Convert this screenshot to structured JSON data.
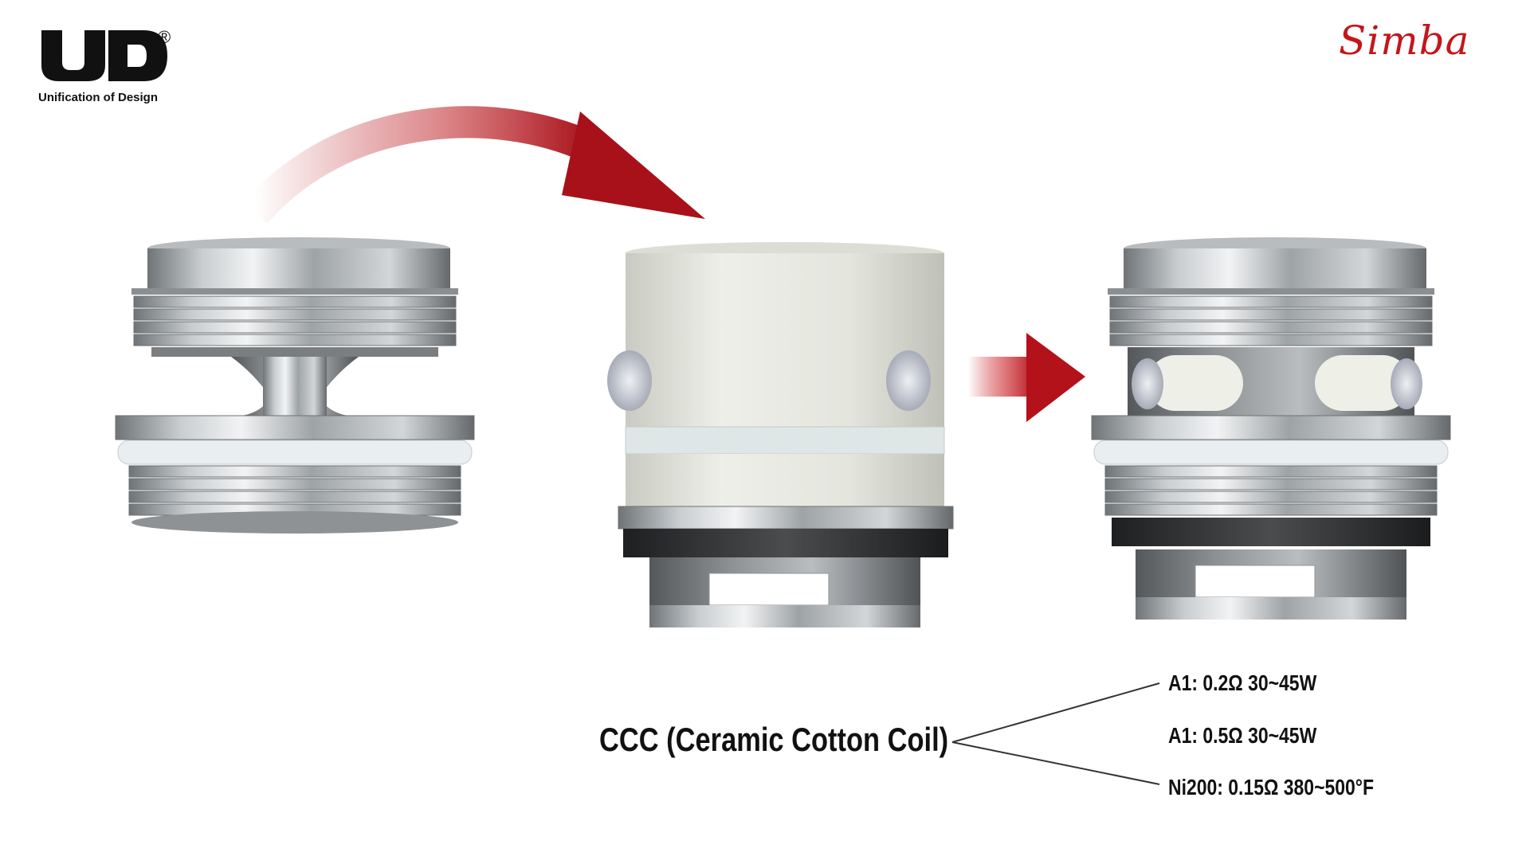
{
  "logo": {
    "mark_text": "UD",
    "registered_symbol": "®",
    "tagline": "Unification of Design"
  },
  "brand": {
    "name": "Simba"
  },
  "product": {
    "label": "CCC (Ceramic Cotton Coil)",
    "specs": [
      "A1: 0.2Ω 30~45W",
      "A1: 0.5Ω 30~45W",
      "Ni200: 0.15Ω 380~500°F"
    ]
  },
  "colors": {
    "accent_red": "#b3121a",
    "metal": "#9aa0a4",
    "ceramic": "#e6e7df",
    "text": "#111111"
  }
}
